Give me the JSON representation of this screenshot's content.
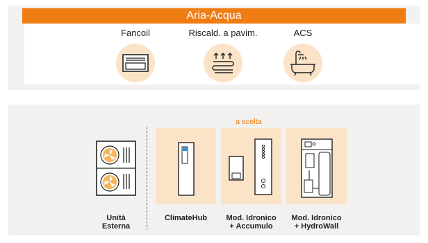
{
  "header": {
    "title": "Aria-Acqua"
  },
  "emitters": [
    {
      "label": "Fancoil",
      "icon": "fancoil-icon"
    },
    {
      "label": "Riscald. a pavim.",
      "icon": "underfloor-heating-icon"
    },
    {
      "label": "ACS",
      "icon": "bathtub-shower-icon"
    }
  ],
  "choice_label": "a scelta",
  "outdoor_unit": {
    "line1": "Unità",
    "line2": "Esterna",
    "icon": "outdoor-unit-icon"
  },
  "indoor_units": [
    {
      "line1": "ClimateHub",
      "line2": "",
      "icon": "climatehub-icon"
    },
    {
      "line1": "Mod. Idronico",
      "line2": "+ Accumulo",
      "icon": "hydro-module-tank-icon"
    },
    {
      "line1": "Mod. Idronico",
      "line2": "+ HydroWall",
      "icon": "hydro-module-hydrowall-icon"
    }
  ],
  "colors": {
    "accent": "#f07c14",
    "peach": "#fbe3c8",
    "panel": "#f2f1ef"
  }
}
